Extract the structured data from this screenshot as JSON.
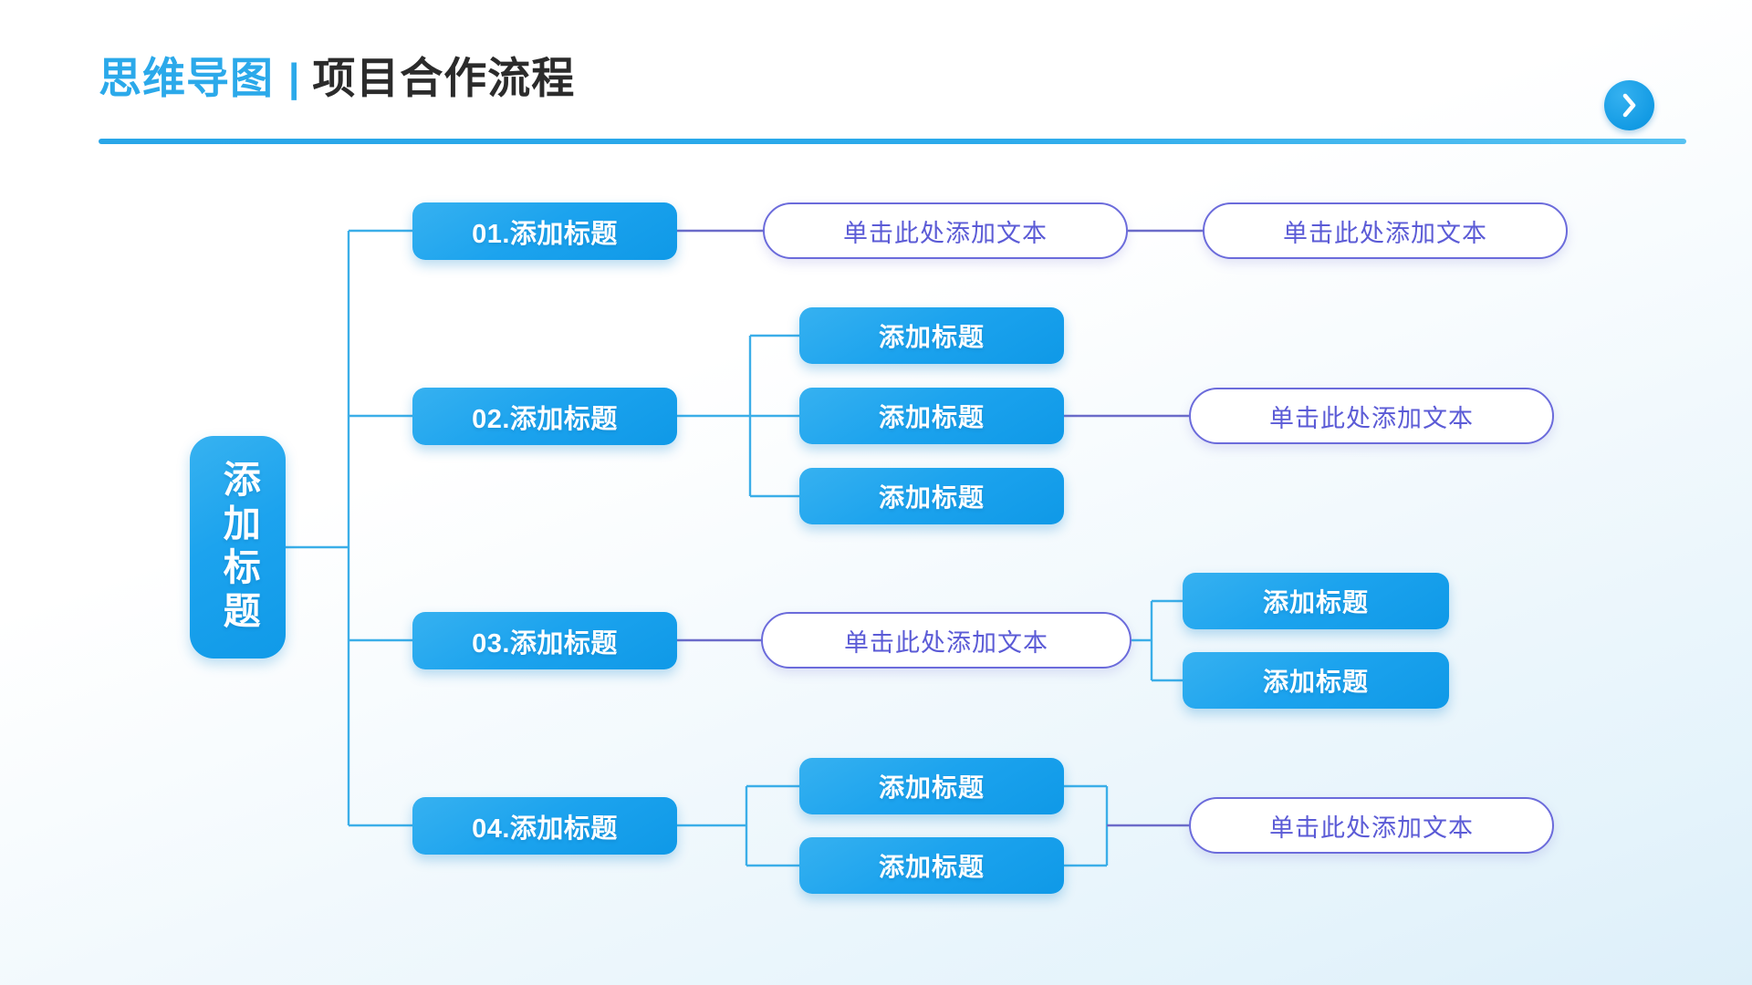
{
  "header": {
    "title_accent": "思维导图",
    "title_separator": "|",
    "title_main": "项目合作流程",
    "next_button_icon": "chevron-right-icon",
    "accent_color": "#2BA9EA",
    "title_color": "#2B2B2B",
    "rule_color": "#29A6E8"
  },
  "theme": {
    "node_blue": "#1CA3EE",
    "pill_border": "#6B6BDB",
    "pill_text": "#5B5BD6",
    "wire_blue": "#3BAEE8",
    "wire_purple": "#6B6BC9",
    "background_top": "#FFFFFF",
    "background_bottom": "#DDEFF9"
  },
  "mindmap": {
    "root": {
      "label": "添加标题"
    },
    "branches": [
      {
        "index": "01",
        "label": "01.添加标题",
        "children": [
          {
            "type": "pill",
            "label": "单击此处添加文本"
          },
          {
            "type": "pill",
            "label": "单击此处添加文本"
          }
        ]
      },
      {
        "index": "02",
        "label": "02.添加标题",
        "children": [
          {
            "type": "blue",
            "label": "添加标题"
          },
          {
            "type": "blue",
            "label": "添加标题"
          },
          {
            "type": "blue",
            "label": "添加标题"
          }
        ],
        "tail": {
          "type": "pill",
          "label": "单击此处添加文本"
        }
      },
      {
        "index": "03",
        "label": "03.添加标题",
        "children": [
          {
            "type": "pill",
            "label": "单击此处添加文本"
          }
        ],
        "leaves": [
          {
            "type": "blue",
            "label": "添加标题"
          },
          {
            "type": "blue",
            "label": "添加标题"
          }
        ]
      },
      {
        "index": "04",
        "label": "04.添加标题",
        "children": [
          {
            "type": "blue",
            "label": "添加标题"
          },
          {
            "type": "blue",
            "label": "添加标题"
          }
        ],
        "tail": {
          "type": "pill",
          "label": "单击此处添加文本"
        }
      }
    ]
  }
}
